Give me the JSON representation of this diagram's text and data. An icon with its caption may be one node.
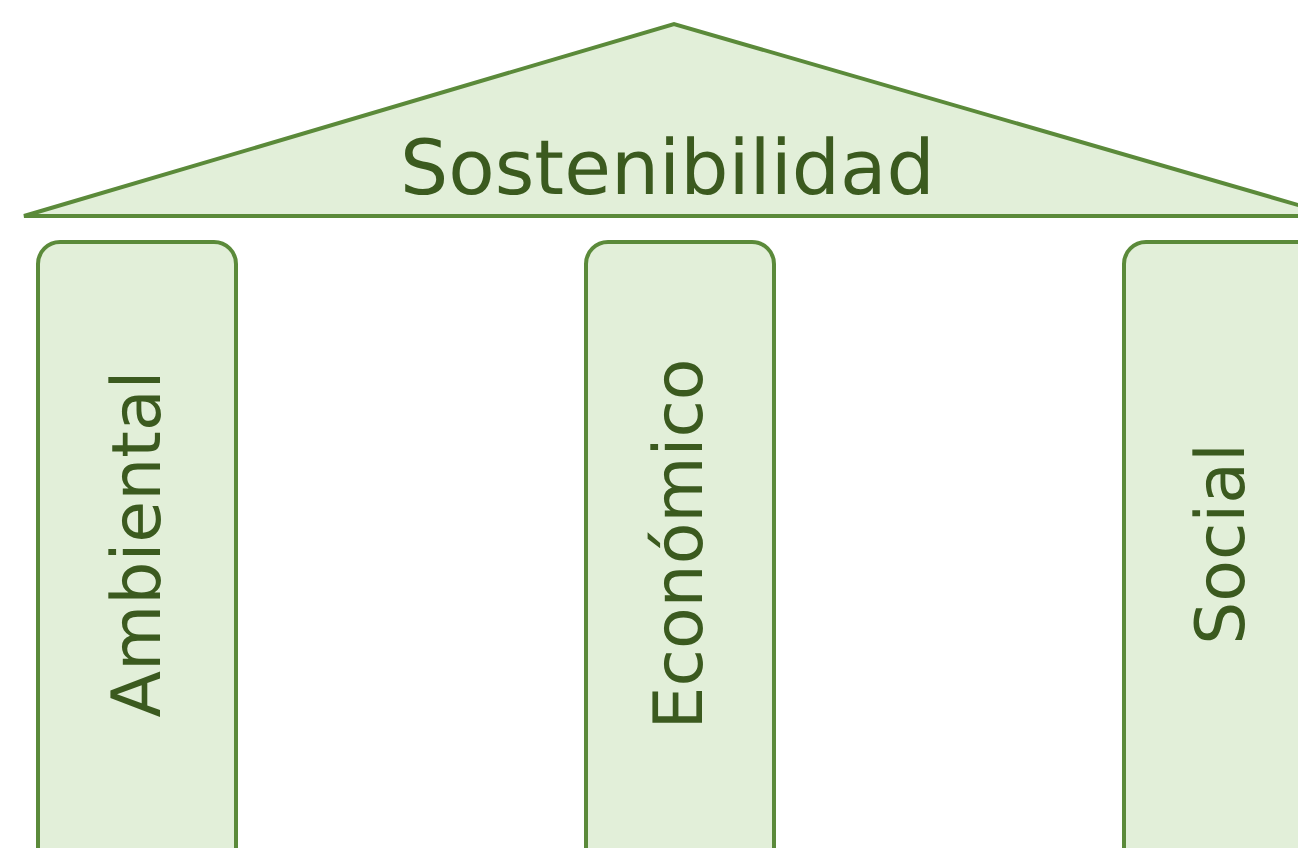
{
  "diagram": {
    "nodes": [
      {
        "text": [
          "Sostenibilidad"
        ]
      },
      {
        "text": [
          "Ambiental"
        ]
      },
      {
        "text": [
          "Económico"
        ]
      },
      {
        "text": [
          "Social"
        ]
      }
    ],
    "edges": []
  }
}
